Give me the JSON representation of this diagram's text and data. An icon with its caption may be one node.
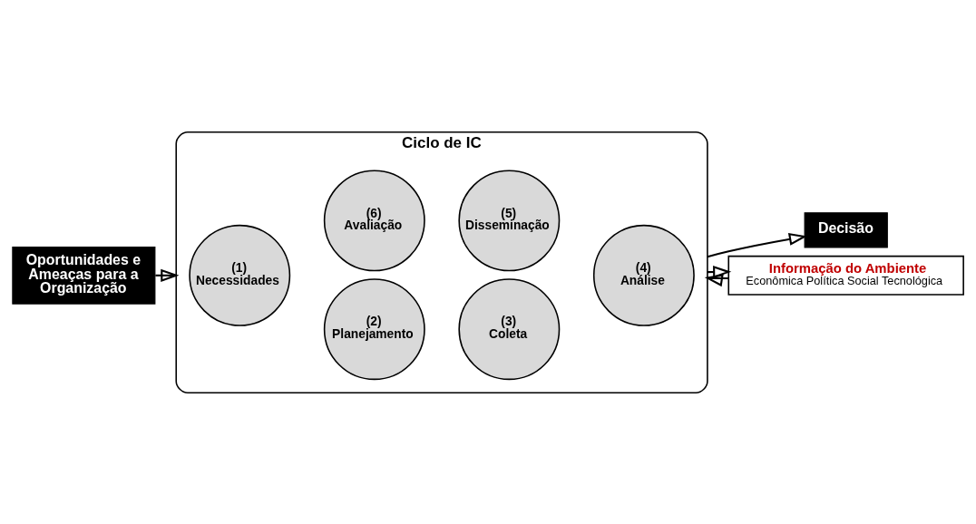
{
  "diagram": {
    "nodes": [
      {
        "text": [
          "Oportunidades e Ameaças para a Organização"
        ]
      },
      {
        "text": [
          "Ciclo de IC"
        ]
      },
      {
        "text": [
          "(1)",
          "Necessidades"
        ],
        "in": 1
      },
      {
        "text": [
          "(2)",
          "Planejamento"
        ],
        "in": 1
      },
      {
        "text": [
          "(3)",
          "Coleta"
        ],
        "in": 1
      },
      {
        "text": [
          "(4)",
          "Análise"
        ],
        "in": 1
      },
      {
        "text": [
          "(5)",
          "Disseminação"
        ],
        "in": 1
      },
      {
        "text": [
          "(6)",
          "Avaliação"
        ],
        "in": 1
      },
      {
        "text": [
          "Decisão"
        ]
      },
      {
        "text": [
          "Informação do Ambiente",
          "Econômica Política Social Tecnológica"
        ]
      }
    ],
    "edges": [
      {
        "from": 0,
        "to": 1,
        "arrow": "to"
      },
      {
        "from": 1,
        "to": 8,
        "arrow": "to"
      },
      {
        "from": 9,
        "to": 1,
        "arrow": "to"
      },
      {
        "from": 1,
        "to": 9,
        "arrow": "to"
      }
    ]
  }
}
